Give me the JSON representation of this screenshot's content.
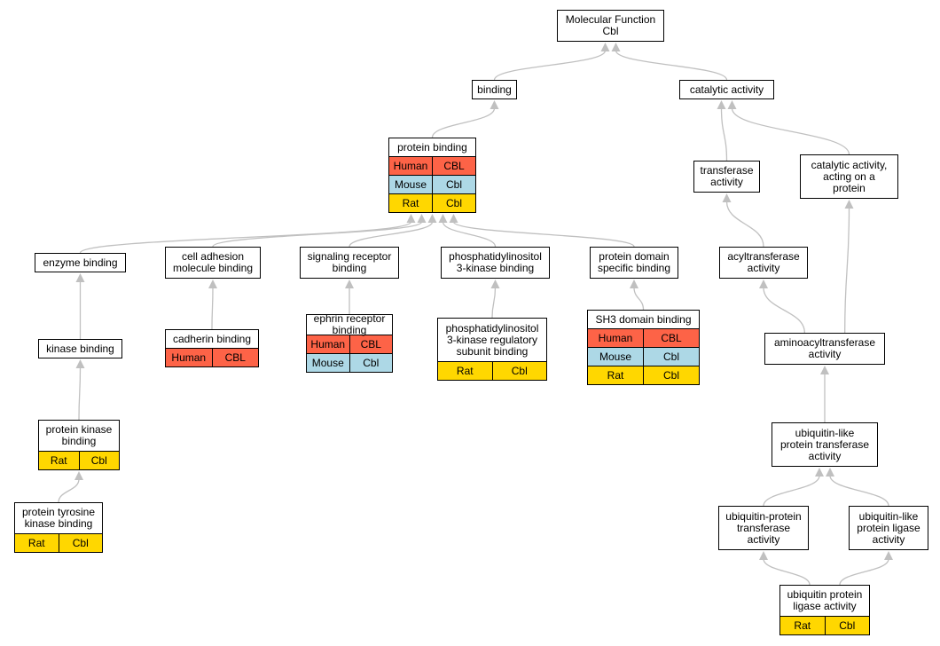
{
  "colors": {
    "human": "#fd6347",
    "mouse": "#add8e6",
    "rat": "#ffd700",
    "edge": "#c0c0c0"
  },
  "nodes": {
    "mf": {
      "title": "Molecular Function\nCbl",
      "orthologs": []
    },
    "bind": {
      "title": "binding",
      "orthologs": []
    },
    "cat": {
      "title": "catalytic activity",
      "orthologs": []
    },
    "pb": {
      "title": "protein binding",
      "orthologs": [
        {
          "species": "Human",
          "gene": "CBL"
        },
        {
          "species": "Mouse",
          "gene": "Cbl"
        },
        {
          "species": "Rat",
          "gene": "Cbl"
        }
      ]
    },
    "tra": {
      "title": "transferase\nactivity",
      "orthologs": []
    },
    "catp": {
      "title": "catalytic activity,\nacting on a\nprotein",
      "orthologs": []
    },
    "enz": {
      "title": "enzyme binding",
      "orthologs": []
    },
    "cam": {
      "title": "cell adhesion\nmolecule binding",
      "orthologs": []
    },
    "srb": {
      "title": "signaling receptor\nbinding",
      "orthologs": []
    },
    "pi3": {
      "title": "phosphatidylinositol\n3-kinase binding",
      "orthologs": []
    },
    "pds": {
      "title": "protein domain\nspecific binding",
      "orthologs": []
    },
    "acyl": {
      "title": "acyltransferase\nactivity",
      "orthologs": []
    },
    "kin": {
      "title": "kinase binding",
      "orthologs": []
    },
    "cad": {
      "title": "cadherin binding",
      "orthologs": [
        {
          "species": "Human",
          "gene": "CBL"
        }
      ]
    },
    "eph": {
      "title": "ephrin receptor\nbinding",
      "orthologs": [
        {
          "species": "Human",
          "gene": "CBL"
        },
        {
          "species": "Mouse",
          "gene": "Cbl"
        }
      ]
    },
    "pi3r": {
      "title": "phosphatidylinositol\n3-kinase regulatory\nsubunit binding",
      "orthologs": [
        {
          "species": "Rat",
          "gene": "Cbl"
        }
      ]
    },
    "sh3": {
      "title": "SH3 domain binding",
      "orthologs": [
        {
          "species": "Human",
          "gene": "CBL"
        },
        {
          "species": "Mouse",
          "gene": "Cbl"
        },
        {
          "species": "Rat",
          "gene": "Cbl"
        }
      ]
    },
    "amino": {
      "title": "aminoacyltransferase\nactivity",
      "orthologs": []
    },
    "pkb": {
      "title": "protein kinase\nbinding",
      "orthologs": [
        {
          "species": "Rat",
          "gene": "Cbl"
        }
      ]
    },
    "ubl": {
      "title": "ubiquitin-like\nprotein transferase\nactivity",
      "orthologs": []
    },
    "ptk": {
      "title": "protein tyrosine\nkinase binding",
      "orthologs": [
        {
          "species": "Rat",
          "gene": "Cbl"
        }
      ]
    },
    "ubp": {
      "title": "ubiquitin-protein\ntransferase\nactivity",
      "orthologs": []
    },
    "ublig": {
      "title": "ubiquitin-like\nprotein ligase\nactivity",
      "orthologs": []
    },
    "ubplig": {
      "title": "ubiquitin protein\nligase activity",
      "orthologs": [
        {
          "species": "Rat",
          "gene": "Cbl"
        }
      ]
    }
  },
  "edges": [
    {
      "from": "bind",
      "to": "mf"
    },
    {
      "from": "cat",
      "to": "mf"
    },
    {
      "from": "pb",
      "to": "bind"
    },
    {
      "from": "tra",
      "to": "cat"
    },
    {
      "from": "catp",
      "to": "cat"
    },
    {
      "from": "enz",
      "to": "pb"
    },
    {
      "from": "cam",
      "to": "pb"
    },
    {
      "from": "srb",
      "to": "pb"
    },
    {
      "from": "pi3",
      "to": "pb"
    },
    {
      "from": "pds",
      "to": "pb"
    },
    {
      "from": "acyl",
      "to": "tra"
    },
    {
      "from": "kin",
      "to": "enz"
    },
    {
      "from": "cad",
      "to": "cam"
    },
    {
      "from": "eph",
      "to": "srb"
    },
    {
      "from": "pi3r",
      "to": "pi3"
    },
    {
      "from": "sh3",
      "to": "pds"
    },
    {
      "from": "amino",
      "to": "acyl"
    },
    {
      "from": "amino",
      "to": "catp"
    },
    {
      "from": "pkb",
      "to": "kin"
    },
    {
      "from": "ubl",
      "to": "amino"
    },
    {
      "from": "ptk",
      "to": "pkb"
    },
    {
      "from": "ubp",
      "to": "ubl"
    },
    {
      "from": "ublig",
      "to": "ubl"
    },
    {
      "from": "ubplig",
      "to": "ubp"
    },
    {
      "from": "ubplig",
      "to": "ublig"
    }
  ]
}
